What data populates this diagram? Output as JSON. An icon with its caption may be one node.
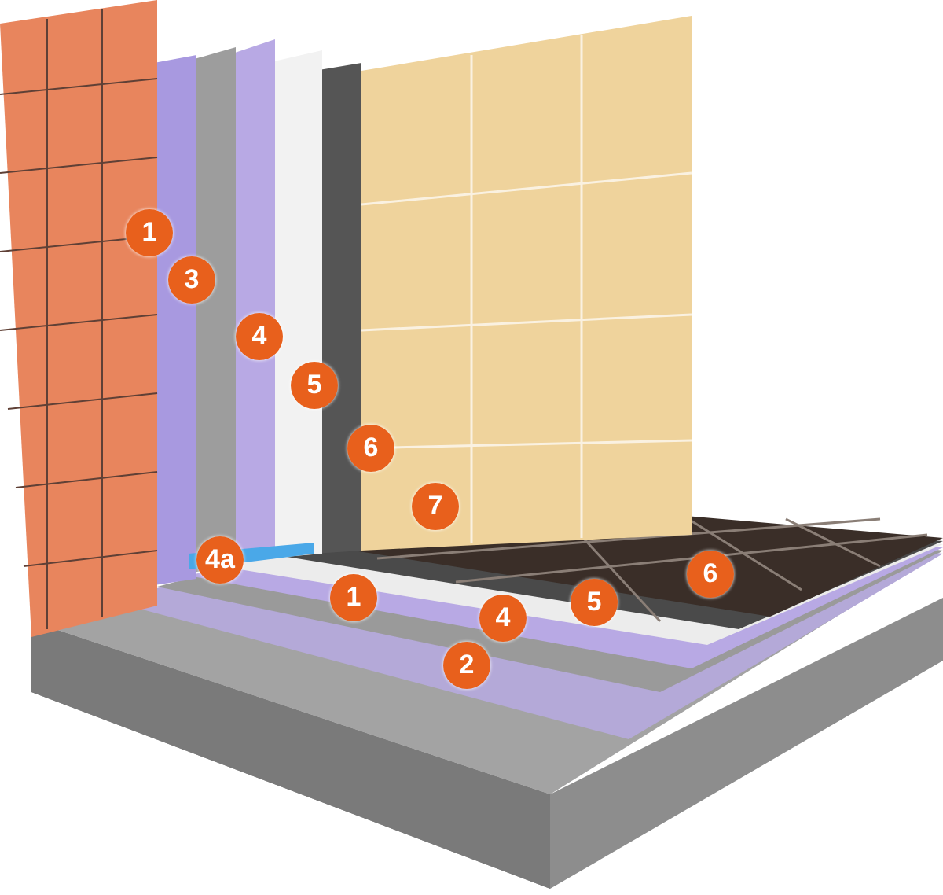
{
  "diagram": {
    "labels": [
      "1",
      "3",
      "4",
      "5",
      "6",
      "7",
      "4a",
      "1",
      "4",
      "5",
      "6",
      "2"
    ]
  }
}
